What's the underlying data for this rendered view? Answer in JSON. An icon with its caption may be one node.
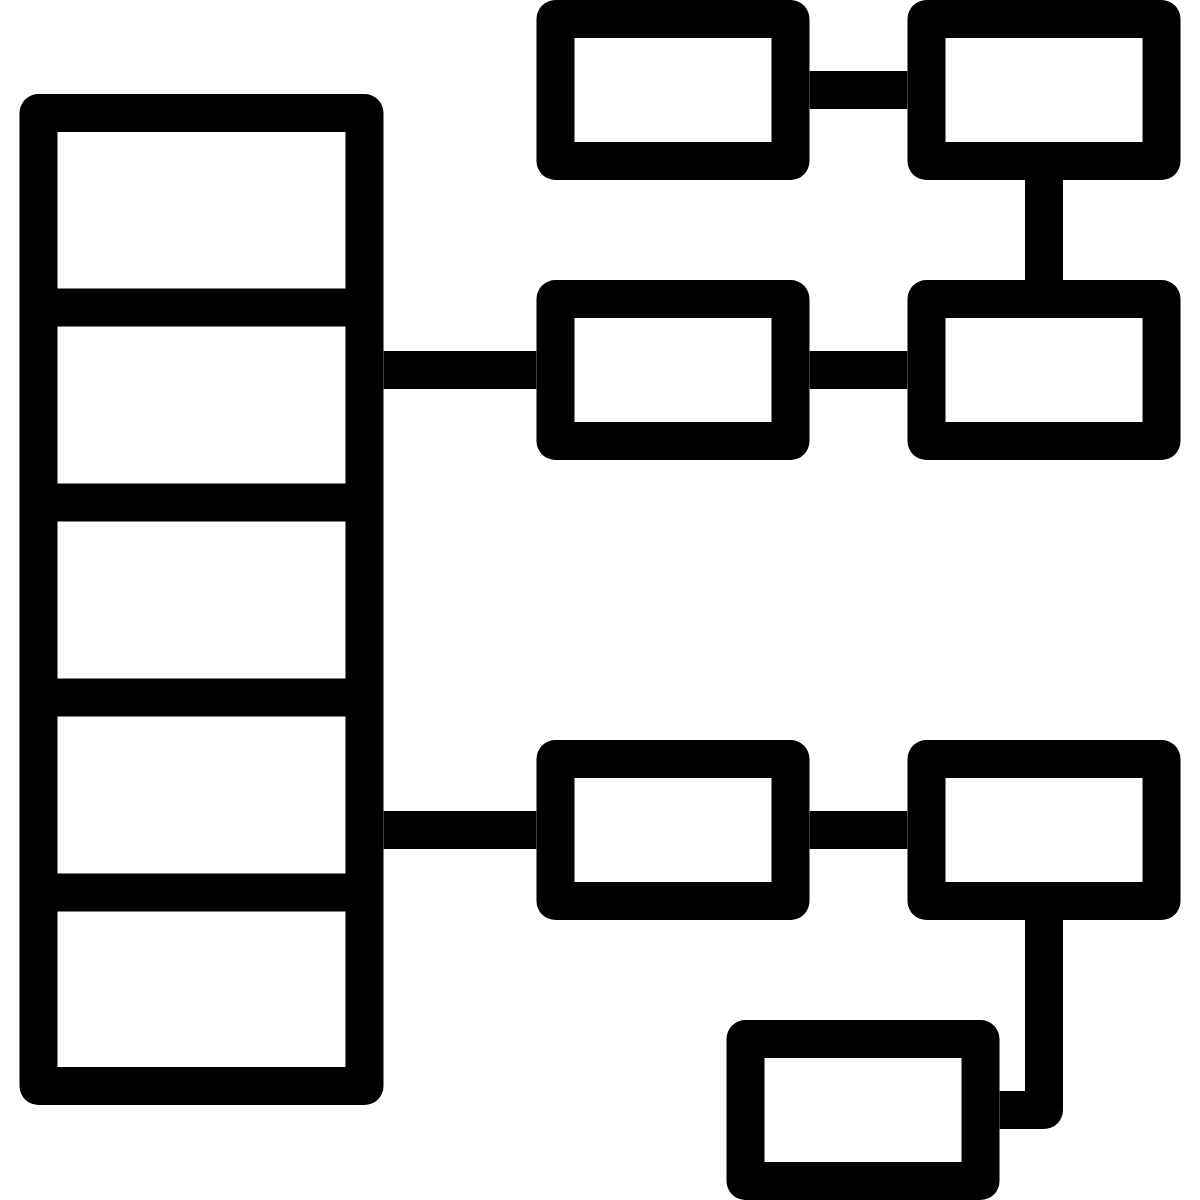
{
  "diagram": {
    "nodes": [
      {
        "text": [],
        "shape": "box"
      },
      {
        "text": [],
        "shape": "box"
      },
      {
        "text": [],
        "shape": "box"
      },
      {
        "text": [],
        "shape": "box"
      },
      {
        "text": [],
        "shape": "box"
      },
      {
        "text": [],
        "shape": "box"
      },
      {
        "text": [],
        "shape": "box"
      },
      {
        "text": [],
        "shape": "box"
      }
    ],
    "edges": [
      {
        "from": 1,
        "to": 2,
        "arrow": "none"
      },
      {
        "from": 2,
        "to": 4,
        "arrow": "none"
      },
      {
        "from": 0,
        "to": 3,
        "arrow": "none"
      },
      {
        "from": 3,
        "to": 4,
        "arrow": "none"
      },
      {
        "from": 0,
        "to": 5,
        "arrow": "none"
      },
      {
        "from": 5,
        "to": 6,
        "arrow": "none"
      },
      {
        "from": 6,
        "to": 7,
        "arrow": "none"
      }
    ]
  }
}
